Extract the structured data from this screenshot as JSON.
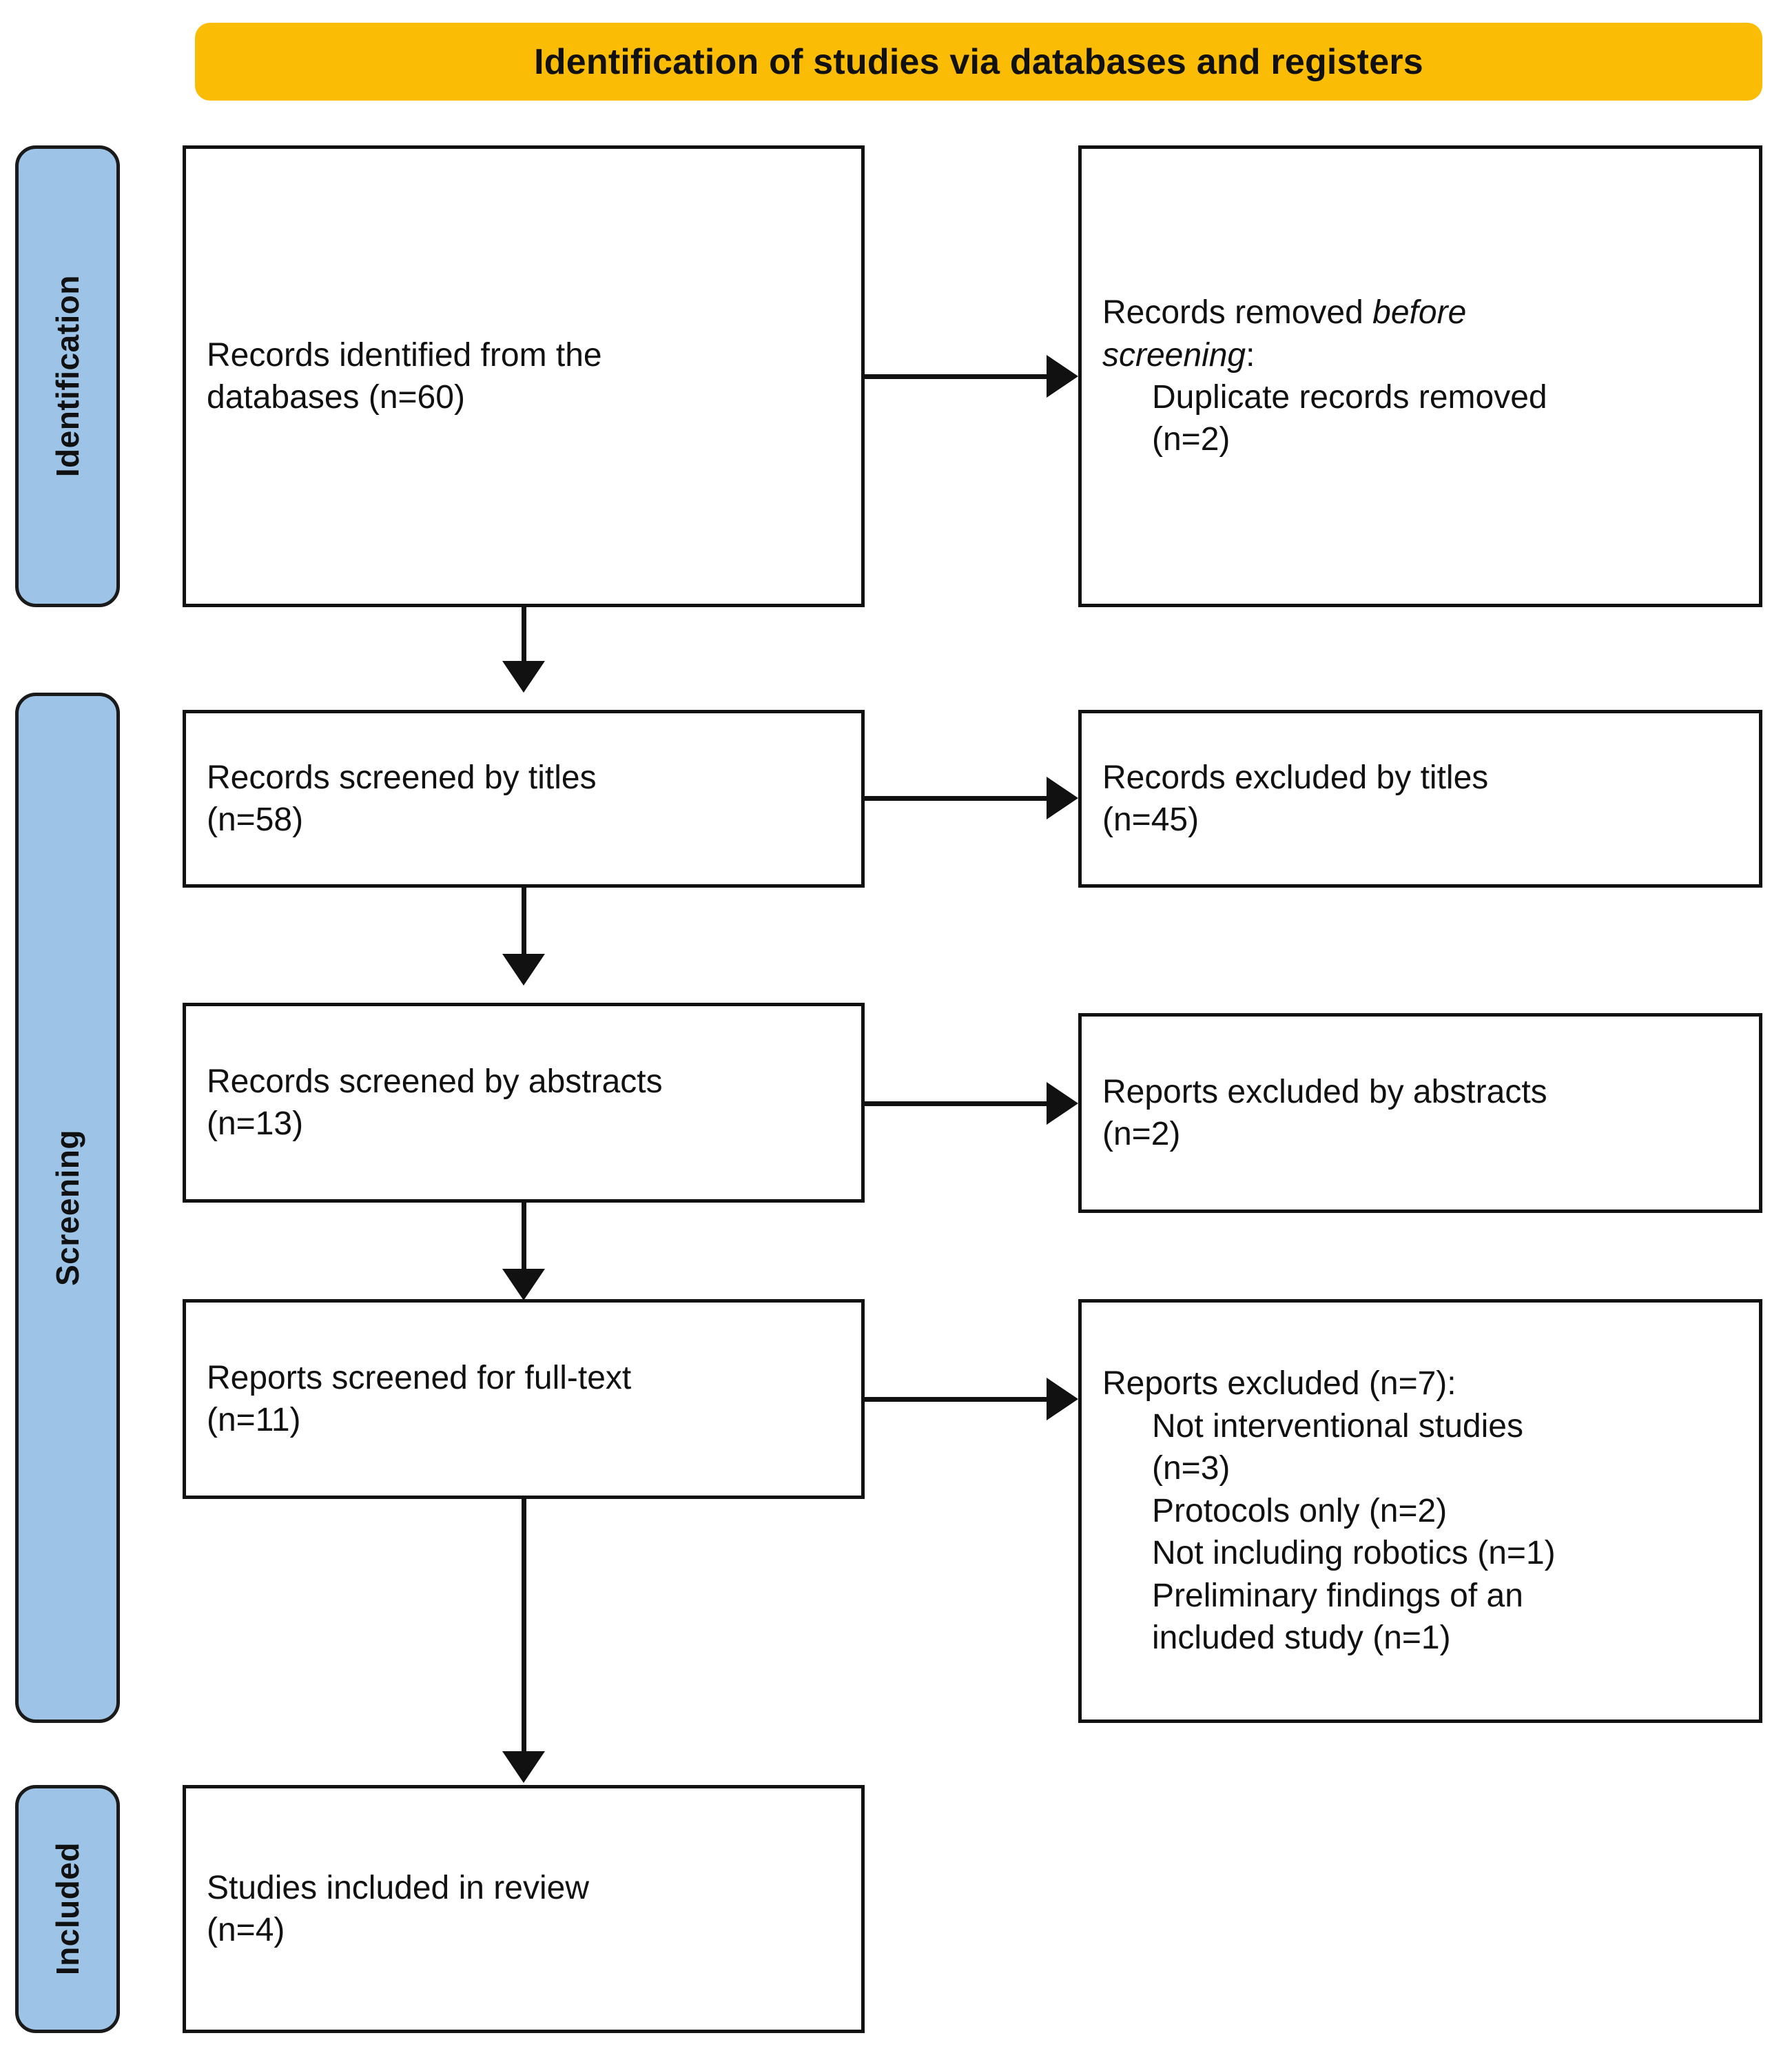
{
  "banner": {
    "title": "Identification of studies via databases and registers",
    "color": "#FBBC05"
  },
  "stages": [
    {
      "label": "Identification",
      "color": "#9DC3E6"
    },
    {
      "label": "Screening",
      "color": "#9DC3E6"
    },
    {
      "label": "Included",
      "color": "#9DC3E6"
    }
  ],
  "boxes": {
    "identified": {
      "line1": "Records identified from the",
      "line2": "databases (n=60)"
    },
    "removed_before_screening": {
      "line1_prefix": "Records removed ",
      "line1_italic": "before",
      "line2_italic": "screening",
      "line2_suffix": ":",
      "indent1": "Duplicate records removed",
      "indent2": "(n=2)"
    },
    "screened_titles": {
      "line1": "Records screened by titles",
      "line2": "(n=58)"
    },
    "excluded_titles": {
      "line1": "Records excluded by titles",
      "line2": "(n=45)"
    },
    "screened_abstracts": {
      "line1": "Records screened by abstracts",
      "line2": "(n=13)"
    },
    "excluded_abstracts": {
      "line1": "Reports excluded by abstracts",
      "line2": "(n=2)"
    },
    "screened_fulltext": {
      "line1": "Reports screened for full-text",
      "line2": "(n=11)"
    },
    "excluded_fulltext": {
      "heading": "Reports excluded (n=7):",
      "reasons": [
        "Not interventional studies",
        "(n=3)",
        "Protocols only (n=2)",
        "Not including robotics (n=1)",
        "Preliminary findings of an",
        "included study (n=1)"
      ]
    },
    "included_review": {
      "line1": "Studies included in review",
      "line2": "(n=4)"
    }
  },
  "chart_data": {
    "type": "diagram",
    "title": "Identification of studies via databases and registers",
    "nodes": [
      {
        "id": "identified",
        "stage": "Identification",
        "label": "Records identified from the databases",
        "n": 60,
        "column": "left"
      },
      {
        "id": "removed",
        "stage": "Identification",
        "label": "Records removed before screening: Duplicate records removed",
        "n": 2,
        "column": "right"
      },
      {
        "id": "scr_titles",
        "stage": "Screening",
        "label": "Records screened by titles",
        "n": 58,
        "column": "left"
      },
      {
        "id": "exc_titles",
        "stage": "Screening",
        "label": "Records excluded by titles",
        "n": 45,
        "column": "right"
      },
      {
        "id": "scr_abstracts",
        "stage": "Screening",
        "label": "Records screened by abstracts",
        "n": 13,
        "column": "left"
      },
      {
        "id": "exc_abstracts",
        "stage": "Screening",
        "label": "Reports excluded by abstracts",
        "n": 2,
        "column": "right"
      },
      {
        "id": "scr_fulltext",
        "stage": "Screening",
        "label": "Reports screened for full-text",
        "n": 11,
        "column": "left"
      },
      {
        "id": "exc_fulltext",
        "stage": "Screening",
        "label": "Reports excluded",
        "n": 7,
        "column": "right",
        "breakdown": [
          {
            "reason": "Not interventional studies",
            "n": 3
          },
          {
            "reason": "Protocols only",
            "n": 2
          },
          {
            "reason": "Not including robotics",
            "n": 1
          },
          {
            "reason": "Preliminary findings of an included study",
            "n": 1
          }
        ]
      },
      {
        "id": "included",
        "stage": "Included",
        "label": "Studies included in review",
        "n": 4,
        "column": "left"
      }
    ],
    "edges": [
      {
        "from": "identified",
        "to": "removed",
        "direction": "right"
      },
      {
        "from": "identified",
        "to": "scr_titles",
        "direction": "down"
      },
      {
        "from": "scr_titles",
        "to": "exc_titles",
        "direction": "right"
      },
      {
        "from": "scr_titles",
        "to": "scr_abstracts",
        "direction": "down"
      },
      {
        "from": "scr_abstracts",
        "to": "exc_abstracts",
        "direction": "right"
      },
      {
        "from": "scr_abstracts",
        "to": "scr_fulltext",
        "direction": "down"
      },
      {
        "from": "scr_fulltext",
        "to": "exc_fulltext",
        "direction": "right"
      },
      {
        "from": "scr_fulltext",
        "to": "included",
        "direction": "down"
      }
    ]
  }
}
